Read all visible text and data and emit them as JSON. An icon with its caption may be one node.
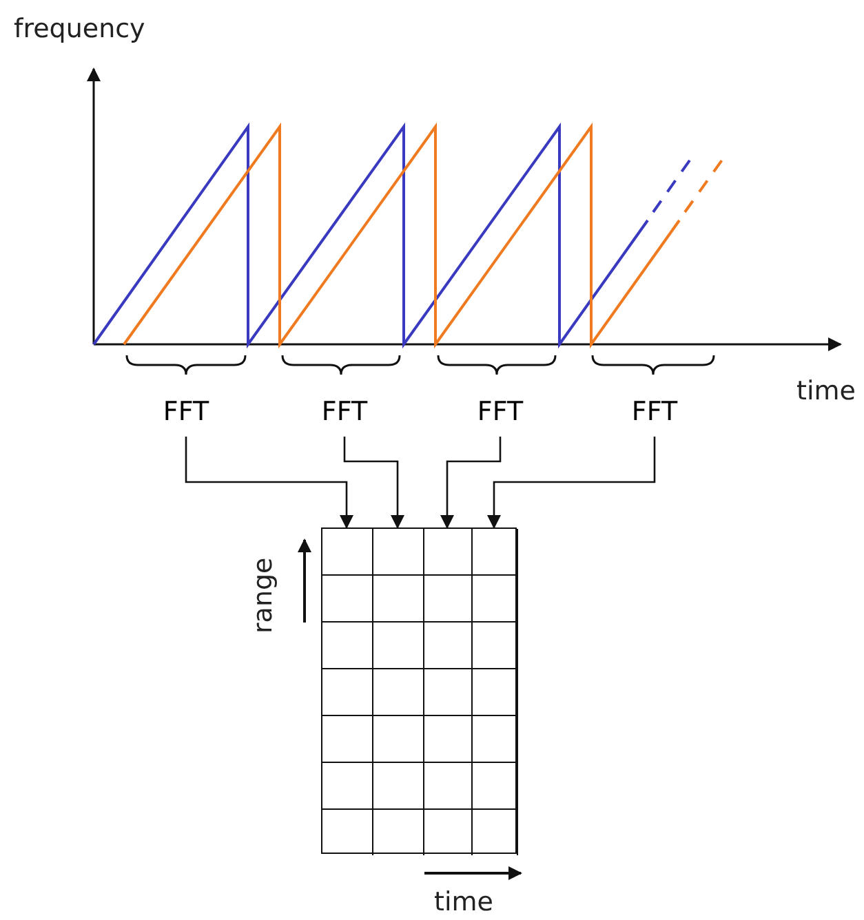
{
  "diagram": {
    "nodes": [
      {
        "text": [
          "FFT"
        ]
      },
      {
        "text": [
          "FFT"
        ]
      },
      {
        "text": [
          "FFT"
        ]
      },
      {
        "text": [
          "FFT"
        ]
      },
      {
        "text": [],
        "shape": "box"
      },
      {
        "text": [],
        "shape": "box",
        "in": 4
      },
      {
        "text": [],
        "shape": "box",
        "in": 4
      },
      {
        "text": [],
        "shape": "box",
        "in": 4
      },
      {
        "text": [],
        "shape": "box",
        "in": 4
      }
    ],
    "edges": [
      {
        "from": 0,
        "to": 5,
        "arrow": "to"
      },
      {
        "from": 1,
        "to": 6,
        "arrow": "to"
      },
      {
        "from": 2,
        "to": 7,
        "arrow": "to"
      },
      {
        "from": 3,
        "to": 8,
        "arrow": "to"
      }
    ],
    "labels": [
      "frequency",
      "time",
      "range",
      "time"
    ]
  }
}
